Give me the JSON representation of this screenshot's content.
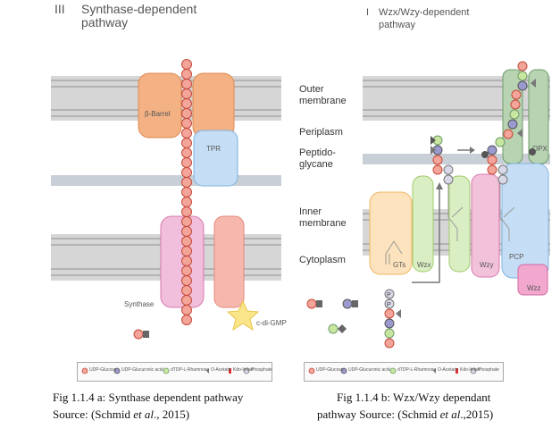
{
  "left_panel": {
    "roman": "III",
    "title_line1": "Synthase-dependent",
    "title_line2": "pathway",
    "labels": {
      "barrel": "β-Barrel",
      "tpr": "TPR",
      "synthase": "Synthase",
      "cdigmp": "c-di-GMP"
    }
  },
  "right_panel": {
    "roman": "I",
    "title_line1": "Wzx/Wzy-dependent",
    "title_line2": "pathway",
    "labels": {
      "opx": "OPX",
      "gts": "GTs",
      "wzx": "Wzx",
      "wzy": "Wzy",
      "pcp": "PCP",
      "wzz": "Wzz",
      "p": "P"
    }
  },
  "layers": {
    "outer_membrane": [
      "Outer",
      "membrane"
    ],
    "periplasm": "Periplasm",
    "peptidoglycane": [
      "Peptido-",
      "glycane"
    ],
    "inner_membrane": [
      "Inner",
      "membrane"
    ],
    "cytoplasm": "Cytoplasm"
  },
  "legend": {
    "items": [
      "UDP-Glucose",
      "UDP-Glucuronic acid",
      "dTDP-L-Rhamnose",
      "O-Acetate",
      "Kdo-linker",
      "Phosphate"
    ],
    "colors": {
      "glucose": "#f4a59a",
      "glucuronic": "#9a9ad0",
      "rhamnose": "#c8e6a0",
      "acetate": "#777777",
      "kdo": "#e03030",
      "phosphate": "#d8d8e8"
    }
  },
  "captions": {
    "left_line1": "Fig 1.1.4 a: Synthase dependent pathway",
    "left_line2_pre": "Source: (Schmid ",
    "left_line2_em": "et al",
    "left_line2_post": "., 2015)",
    "right_line1": "Fig 1.1.4 b: Wzx/Wzy  dependant",
    "right_line2_pre": "pathway Source: (Schmid ",
    "right_line2_em": "et al",
    "right_line2_post": ".,2015)"
  }
}
